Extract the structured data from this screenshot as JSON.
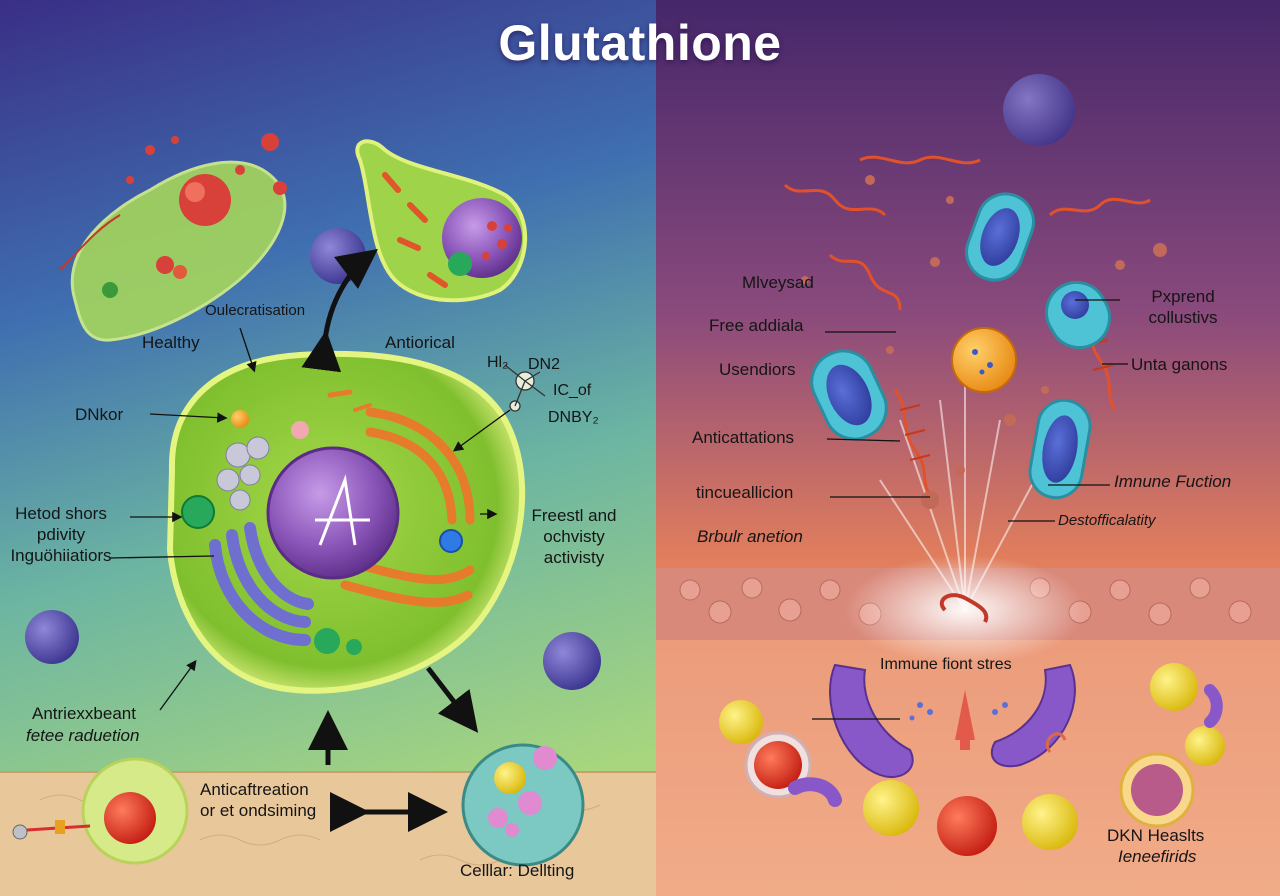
{
  "title": "Glutathione",
  "left_labels": {
    "oulecratisation": "Oulecratisation",
    "healthy": "Healthy",
    "antiorical": "Antiorical",
    "dnkor": "DNkor",
    "hetod": "Hetod shors\npdivity\nInguöhiiatiors",
    "freestl": "Freestl and\nochvisty\nactivisty",
    "antriexxbeant": "Antriexxbeant",
    "fetee": "fetee raduetion",
    "anticaftreation": "Anticaftreation\nor et ondsiming",
    "cellular": "Celllar: Dellting"
  },
  "molecule": {
    "hl": "Hl₂",
    "dn2": "DN2",
    "ic_of": "IC_of",
    "dnby": "DNBY₂"
  },
  "right_labels": {
    "mlveysad": "Mlveysad",
    "free_addiala": "Free addiala",
    "usendiors": "Usendiors",
    "anticattations": "Anticattations",
    "tincueallicion": "tincueallicion",
    "brbulr": "Brbulr anetion",
    "pxprend": "Pxprend\ncollustivs",
    "unta": "Unta ganons",
    "immune_function": "Imnune Fuction",
    "destoffical": "Destofficalatity",
    "immune_front": "Immune fiont stres",
    "dkn": "DKN Heaslts",
    "leneefirids": "Ieneefirids"
  },
  "colors": {
    "left_top": "#3f3f92",
    "left_bottom": "#9cd17b",
    "right_top": "#4a2c6f",
    "right_mid": "#e8855e",
    "cell_green": "#8fcf3c",
    "nucleus": "#8a55b8",
    "mito_cyan": "#4fc3d6"
  }
}
